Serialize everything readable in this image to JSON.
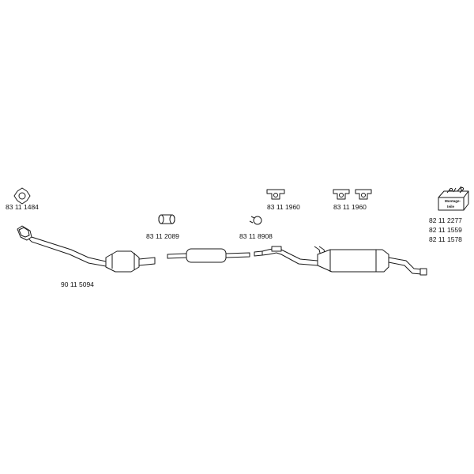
{
  "parts": {
    "gasket_front": "83 11 1484",
    "front_pipe_catalyst": "90 11 5094",
    "clamp_front": "83 11 2089",
    "clamp_rear": "83 11 8908",
    "hanger_middle": "83 11 1960",
    "hanger_rear": "83 11 1960",
    "kit_number_1": "82 11 2277",
    "kit_number_2": "82 11 1559",
    "kit_number_3": "82 11 1578"
  },
  "mounting_kit": {
    "label_line1": "Montage-",
    "label_line2": "teile"
  }
}
